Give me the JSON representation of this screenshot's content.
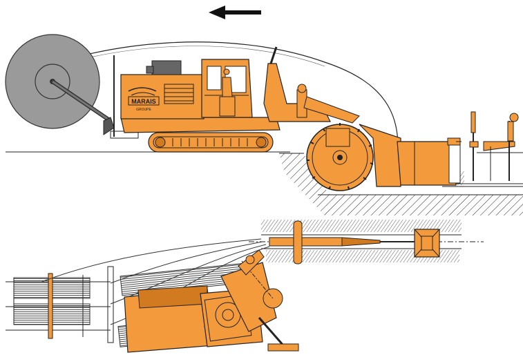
{
  "diagram": {
    "logo": {
      "brand": "MARAIS",
      "sub": "GROUPE"
    },
    "colors": {
      "machine": "#F39A3C",
      "machine_dark": "#D27A1F",
      "reel": "#9A9A9A",
      "reel_dark": "#7A7A7A",
      "ink": "#1A1A1A",
      "background": "#FFFFFF"
    },
    "direction_arrow": "arrow-left"
  }
}
